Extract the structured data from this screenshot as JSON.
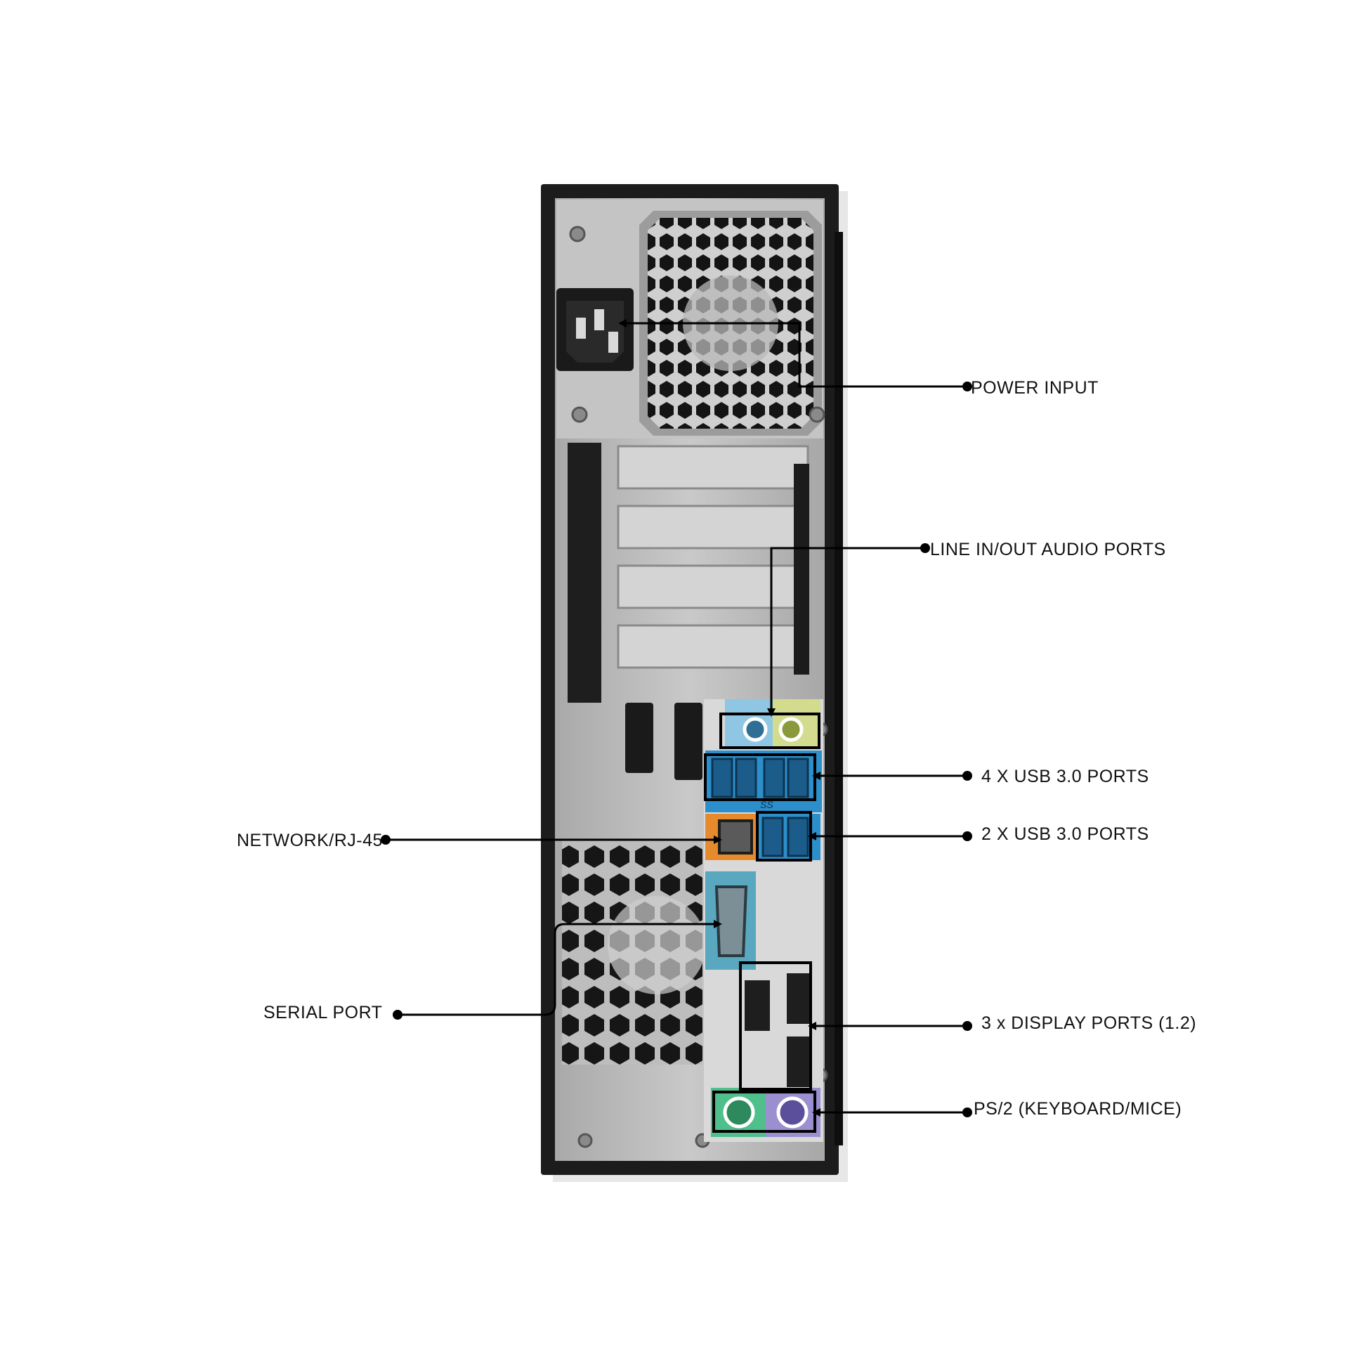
{
  "callouts": {
    "power_input": "POWER INPUT",
    "audio": "LINE IN/OUT AUDIO PORTS",
    "usb_four": "4 X USB 3.0 PORTS",
    "usb_two": "2 X USB 3.0 PORTS",
    "display_ports": "3 x DISPLAY PORTS (1.2)",
    "ps2": "PS/2 (KEYBOARD/MICE)",
    "network": "NETWORK/RJ-45",
    "serial": "SERIAL PORT"
  },
  "ports": {
    "usb_logo": "SS"
  },
  "colors": {
    "chassis": "#1c1c1c",
    "panel": "#b9b9b9",
    "io_plate": "#d9d9d9",
    "audio_blue": "#8fc6e4",
    "audio_green": "#d3dc8e",
    "usb_blue": "#2c8fcb",
    "network_orange": "#e68a2e",
    "serial_teal": "#59a8bf",
    "ps2_green": "#4fbf8c",
    "ps2_purple": "#9b8fd0",
    "leader": "#000000"
  }
}
